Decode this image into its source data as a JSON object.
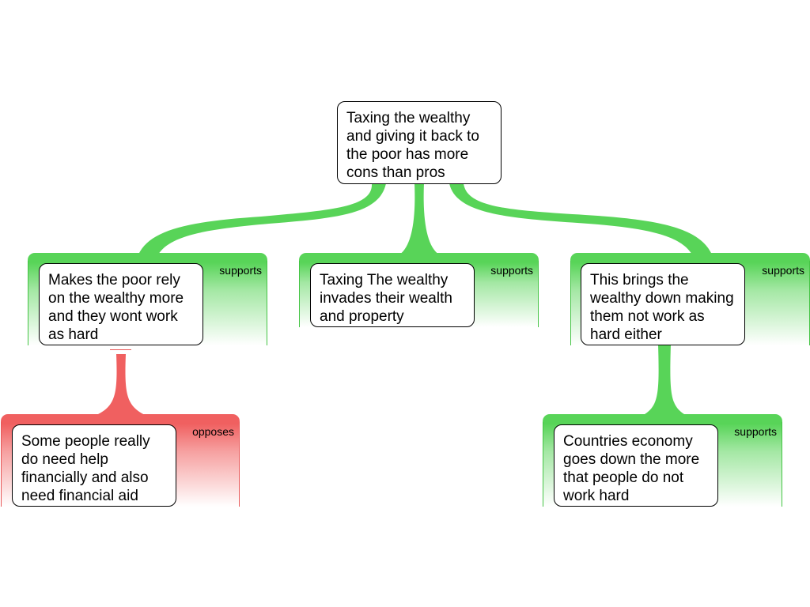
{
  "root": {
    "text": "Taxing the wealthy and giving it back to the poor has more cons than pros"
  },
  "premises": [
    {
      "text": "Makes the poor rely on the wealthy more and they wont work as hard",
      "relation": "supports"
    },
    {
      "text": "Taxing The wealthy invades their wealth and property",
      "relation": "supports"
    },
    {
      "text": "This brings the wealthy down making them not work as hard either",
      "relation": "supports"
    }
  ],
  "sub_premises": [
    {
      "text": "Some people really do need help financially and also need financial aid",
      "relation": "opposes",
      "parent": "premise-1"
    },
    {
      "text": "Countries economy goes down the more that people do not work hard",
      "relation": "supports",
      "parent": "premise-3"
    }
  ],
  "colors": {
    "supports": "#58d458",
    "opposes": "#f06060"
  }
}
